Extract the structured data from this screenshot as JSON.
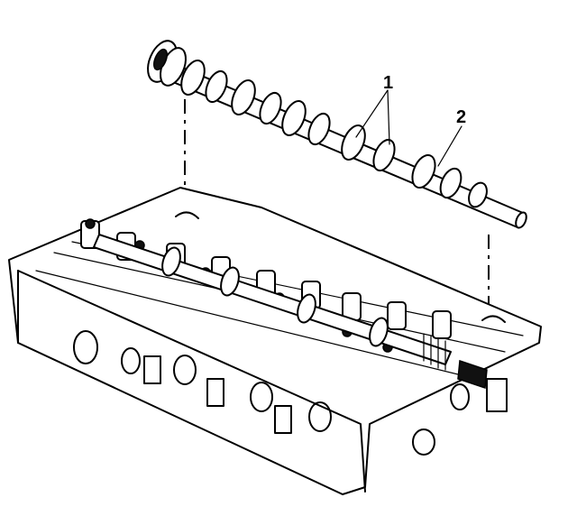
{
  "callouts": [
    {
      "id": "1",
      "label": "1"
    },
    {
      "id": "2",
      "label": "2"
    }
  ],
  "parts": {
    "camshaft": "camshaft",
    "cylinder_head": "cylinder-head"
  }
}
